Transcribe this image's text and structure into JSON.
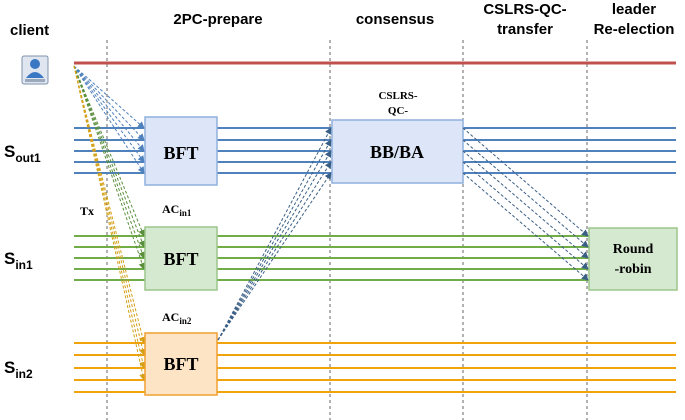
{
  "headers": {
    "client": "client",
    "prepare": "2PC-prepare",
    "consensus": "consensus",
    "transfer_line1": "CSLRS-QC-",
    "transfer_line2": "transfer",
    "leader_line1": "leader",
    "leader_line2": "Re-election"
  },
  "shards": [
    {
      "main": "S",
      "sub": "out1"
    },
    {
      "main": "S",
      "sub": "in1"
    },
    {
      "main": "S",
      "sub": "in2"
    }
  ],
  "client_icon": "user-icon",
  "tx_label": "Tx",
  "ac_labels": [
    {
      "main": "AC",
      "sub": "in1"
    },
    {
      "main": "AC",
      "sub": "in2"
    }
  ],
  "csl_label_line1": "CSLRS-",
  "csl_label_line2": "QC-",
  "boxes": {
    "bft_out1": "BFT",
    "bft_in1": "BFT",
    "bft_in2": "BFT",
    "bbba": "BB/BA",
    "round_robin_line1": "Round",
    "round_robin_line2": "-robin"
  },
  "colors": {
    "red_line": "#c0504d",
    "blue_line": "#4f81bd",
    "green_line": "#70ad47",
    "orange_line": "#f0a30a",
    "blue_box_fill": "#dce6f8",
    "green_box_fill": "#d5e8d0",
    "orange_box_fill": "#fde4c4",
    "divider": "#666666"
  }
}
